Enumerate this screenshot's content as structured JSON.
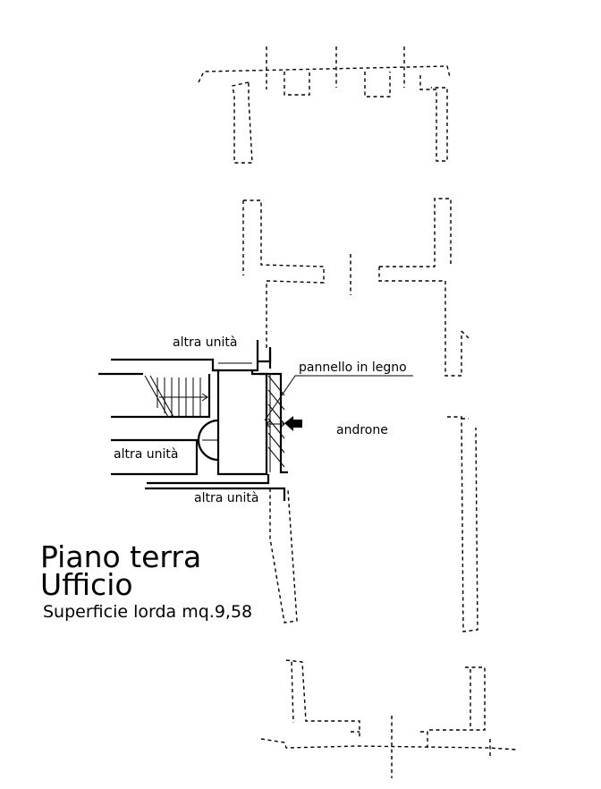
{
  "labels": {
    "altra_unita_top": "altra unità",
    "altra_unita_mid": "altra unità",
    "altra_unita_bottom": "altra unità",
    "pannello": "pannello in legno",
    "androne": "androne"
  },
  "title": {
    "line1": "Piano terra",
    "line2": "Ufficio",
    "line3": "Superficie lorda mq.9,58"
  }
}
